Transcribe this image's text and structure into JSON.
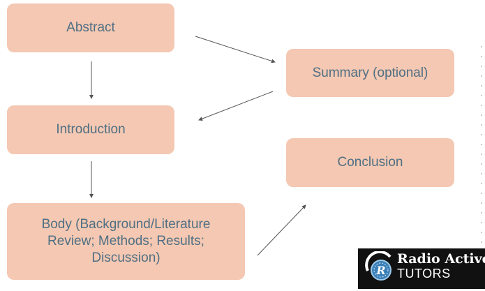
{
  "diagram": {
    "nodes": {
      "abstract": "Abstract",
      "summary": "Summary (optional)",
      "introduction": "Introduction",
      "conclusion": "Conclusion",
      "body_lines": [
        "Body (Background/Literature",
        "Review; Methods; Results;",
        "Discussion)"
      ]
    },
    "edges": [
      {
        "from": "abstract",
        "to": "introduction"
      },
      {
        "from": "abstract",
        "to": "summary"
      },
      {
        "from": "summary",
        "to": "introduction"
      },
      {
        "from": "introduction",
        "to": "body"
      },
      {
        "from": "body",
        "to": "conclusion"
      }
    ]
  },
  "logo": {
    "title": "Radio Active",
    "subtitle": "TUTORS",
    "emblem_letter": "R"
  },
  "colors": {
    "box_fill": "#f4c8b2",
    "box_text": "#4f6f84",
    "arrow": "#555555"
  }
}
